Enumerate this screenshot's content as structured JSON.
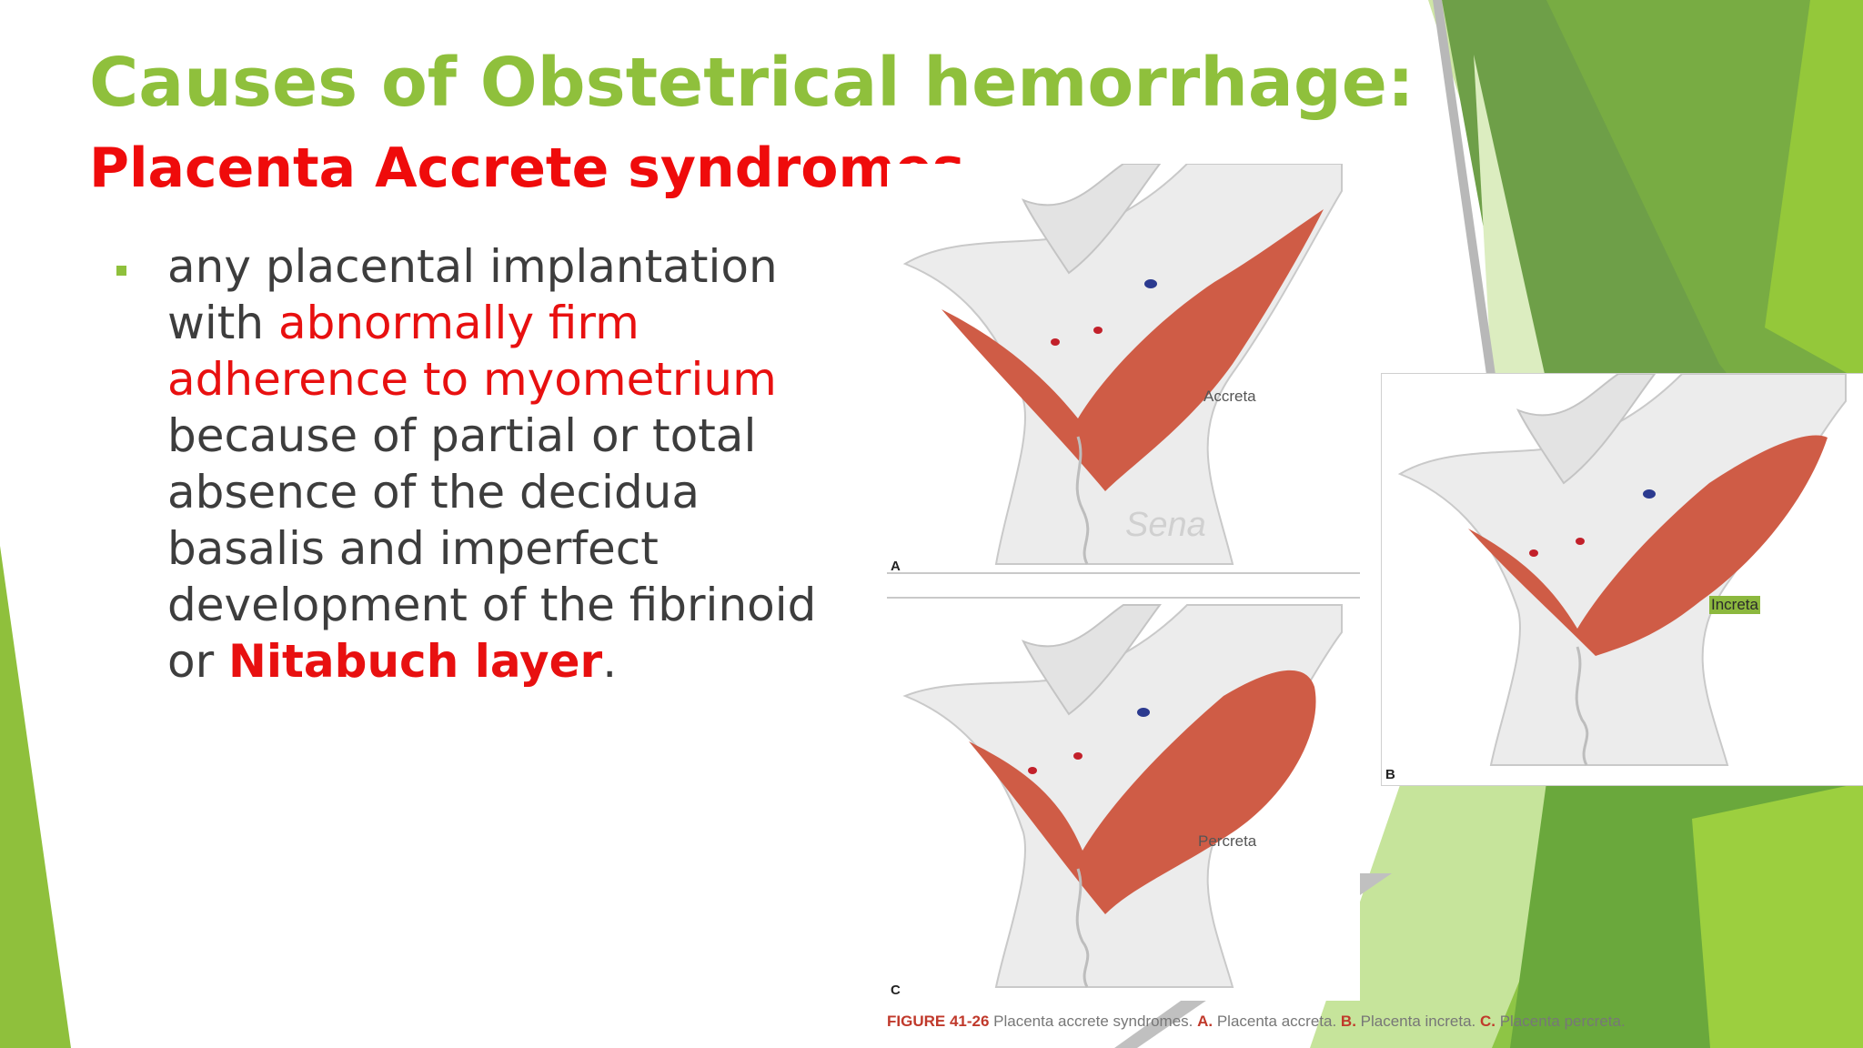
{
  "slide": {
    "title": "Causes of Obstetrical hemorrhage:",
    "subtitle": "Placenta Accrete syndromes",
    "body": {
      "t1": "any placental implantation with ",
      "t2": "abnormally firm adherence to myometrium",
      "t3": " because of partial or total absence of the decidua basalis and imperfect development of the fibrinoid or ",
      "t4": "Nitabuch layer",
      "t5": "."
    }
  },
  "figure": {
    "panel_a": {
      "letter": "A",
      "label": "Accreta",
      "watermark": "Sena"
    },
    "panel_b": {
      "letter": "B",
      "label": "Increta"
    },
    "panel_c": {
      "letter": "C",
      "label": "Percreta"
    },
    "caption": {
      "fig_number": "FIGURE 41-26",
      "text_main": " Placenta accrete syndromes. ",
      "a_letter": "A.",
      "a_text": " Placenta accreta. ",
      "b_letter": "B.",
      "b_text": " Placenta increta. ",
      "c_letter": "C.",
      "c_text": " Placenta percreta."
    }
  },
  "colors": {
    "title_green": "#8fc03c",
    "accent_red": "#e81010",
    "placenta": "#cf5c46",
    "green_dark": "#5f9a3a",
    "green_light": "#9cce3a"
  },
  "icons": [
    "bullet-square-icon"
  ]
}
